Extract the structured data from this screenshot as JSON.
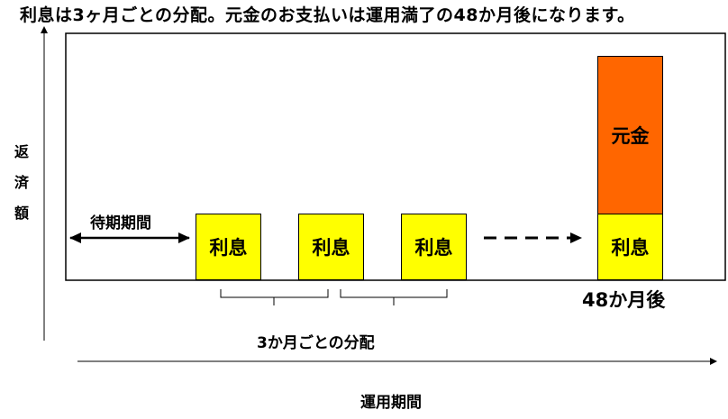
{
  "title": "利息は3ヶ月ごとの分配。元金のお支払いは運用満了の48か月後になります。",
  "axes": {
    "y_label_chars": [
      "返",
      "済",
      "額"
    ],
    "x_label": "運用期間"
  },
  "labels": {
    "waiting_period": "待期期間",
    "distribution_interval": "3か月ごとの分配",
    "final_month": "48か月後"
  },
  "boxes": {
    "interest_1": "利息",
    "interest_2": "利息",
    "interest_3": "利息",
    "interest_final": "利息",
    "principal": "元金"
  },
  "colors": {
    "interest": "#ffff00",
    "principal": "#ff6600"
  }
}
